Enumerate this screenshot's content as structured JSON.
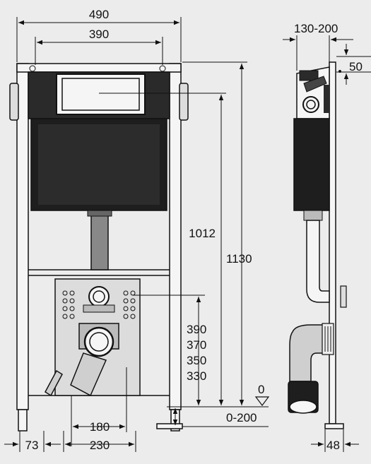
{
  "front_view": {
    "width_outer": "490",
    "width_inner": "390",
    "height_flush_plate": "1012",
    "height_total": "1130",
    "outlet_heights": [
      "390",
      "370",
      "350",
      "330"
    ],
    "floor_level": "0",
    "floor_range": "0-200",
    "outlet_spacing": "180",
    "outlet_offset": "230",
    "foot_offset": "73"
  },
  "side_view": {
    "depth_range": "130-200",
    "depth_top": "50",
    "depth_bottom": "48"
  }
}
